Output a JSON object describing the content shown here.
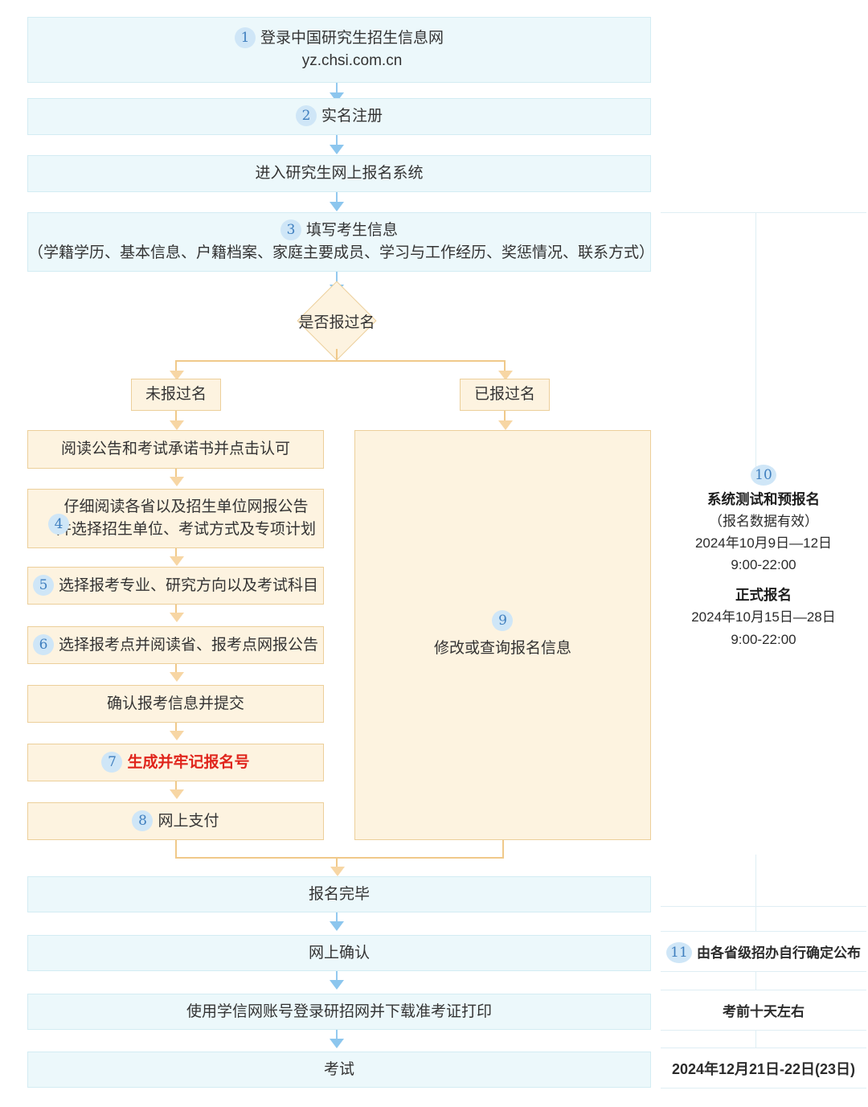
{
  "flow": {
    "nodes": [
      {
        "id": "login",
        "style": "blue",
        "step": "1",
        "lines": [
          "登录中国研究生招生信息网",
          "yz.chsi.com.cn"
        ]
      },
      {
        "id": "register",
        "style": "blue",
        "step": "2",
        "lines": [
          "实名注册"
        ]
      },
      {
        "id": "enter-system",
        "style": "blue",
        "step": "",
        "lines": [
          "进入研究生网上报名系统"
        ]
      },
      {
        "id": "fill-info",
        "style": "blue",
        "step": "3",
        "lines": [
          "填写考生信息",
          "（学籍学历、基本信息、户籍档案、家庭主要成员、学习与工作经历、奖惩情况、联系方式）"
        ]
      }
    ],
    "decision": {
      "label": "是否报过名",
      "branch_no": "未报过名",
      "branch_yes": "已报过名"
    },
    "left_branch": [
      {
        "id": "read-notice",
        "step": "",
        "lines": [
          "阅读公告和考试承诺书并点击认可"
        ]
      },
      {
        "id": "read-province-notice",
        "step": "4",
        "lines": [
          "仔细阅读各省以及招生单位网报公告",
          "并选择招生单位、考试方式及专项计划"
        ]
      },
      {
        "id": "choose-major",
        "step": "5",
        "lines": [
          "选择报考专业、研究方向以及考试科目"
        ]
      },
      {
        "id": "choose-exam-site",
        "step": "6",
        "lines": [
          "选择报考点并阅读省、报考点网报公告"
        ]
      },
      {
        "id": "confirm-submit",
        "step": "",
        "lines": [
          "确认报考信息并提交"
        ]
      },
      {
        "id": "generate-number",
        "step": "7",
        "lines": [
          "生成并牢记报名号"
        ],
        "highlight": true
      },
      {
        "id": "online-payment",
        "step": "8",
        "lines": [
          "网上支付"
        ]
      }
    ],
    "right_branch": {
      "id": "modify-query",
      "step": "9",
      "lines": [
        "修改或查询报名信息"
      ]
    },
    "tail_nodes": [
      {
        "id": "registration-complete",
        "step": "",
        "lines": [
          "报名完毕"
        ]
      },
      {
        "id": "online-confirmation",
        "step": "",
        "lines": [
          "网上确认"
        ]
      },
      {
        "id": "download-admission-ticket",
        "step": "",
        "lines": [
          "使用学信网账号登录研招网并下载准考证打印"
        ]
      },
      {
        "id": "exam",
        "step": "",
        "lines": [
          "考试"
        ]
      }
    ]
  },
  "timeline": {
    "schedule": {
      "step": "10",
      "title1": "系统测试和预报名",
      "sub1": "（报名数据有效）",
      "date1": "2024年10月9日—12日",
      "time1": "9:00-22:00",
      "title2": "正式报名",
      "date2": "2024年10月15日—28日",
      "time2": "9:00-22:00"
    },
    "confirmation": {
      "step": "11",
      "text": "由各省级招办自行确定公布"
    },
    "ticket": {
      "step": "",
      "text": "考前十天左右"
    },
    "exam": {
      "step": "",
      "text": "2024年12月21日-22日(23日)"
    }
  },
  "colors": {
    "blue_fill": "#ecf8fb",
    "blue_border": "#d3ecf3",
    "cream_fill": "#fdf3e0",
    "cream_border": "#eccf9a",
    "badge_bg": "#cfe6f7",
    "badge_text": "#3f7fbf",
    "highlight": "#e0241b",
    "arrow_blue": "#8cc6ee",
    "arrow_orange": "#f7d6a4"
  }
}
